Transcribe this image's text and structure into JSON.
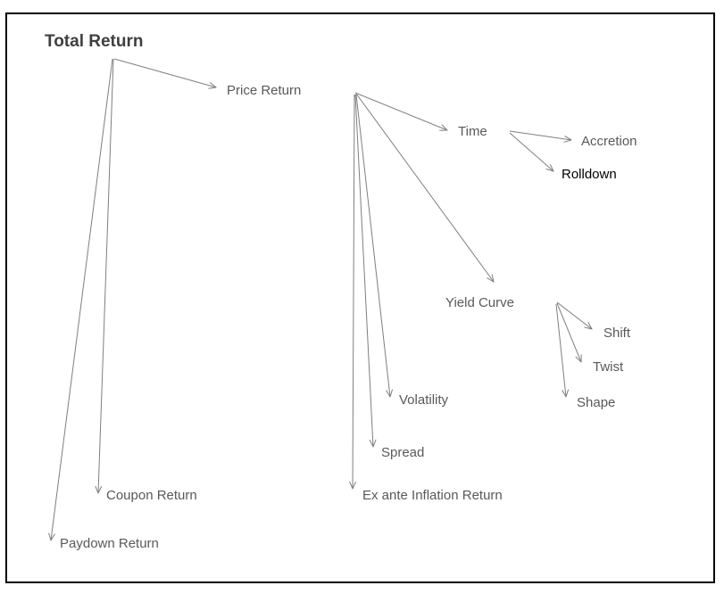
{
  "diagram": {
    "title": "Total Return",
    "labels": {
      "total_return": "Total Return",
      "price_return": "Price Return",
      "coupon_return": "Coupon Return",
      "paydown_return": "Paydown Return",
      "time": "Time",
      "accretion": "Accretion",
      "rolldown": "Rolldown",
      "yield_curve": "Yield Curve",
      "shift": "Shift",
      "twist": "Twist",
      "shape": "Shape",
      "volatility": "Volatility",
      "spread": "Spread",
      "ex_ante_inflation_return": "Ex ante Inflation Return"
    },
    "edges": [
      [
        "Total Return",
        "Price Return"
      ],
      [
        "Total Return",
        "Coupon Return"
      ],
      [
        "Total Return",
        "Paydown Return"
      ],
      [
        "Price Return",
        "Time"
      ],
      [
        "Price Return",
        "Yield Curve"
      ],
      [
        "Price Return",
        "Volatility"
      ],
      [
        "Price Return",
        "Spread"
      ],
      [
        "Price Return",
        "Ex ante Inflation Return"
      ],
      [
        "Time",
        "Accretion"
      ],
      [
        "Time",
        "Rolldown"
      ],
      [
        "Yield Curve",
        "Shift"
      ],
      [
        "Yield Curve",
        "Twist"
      ],
      [
        "Yield Curve",
        "Shape"
      ]
    ],
    "colors": {
      "label": "#595959",
      "title": "#3f3f3f",
      "emphasis": "#000000",
      "line": "#7f7f7f",
      "border": "#000000",
      "background": "#ffffff"
    }
  }
}
